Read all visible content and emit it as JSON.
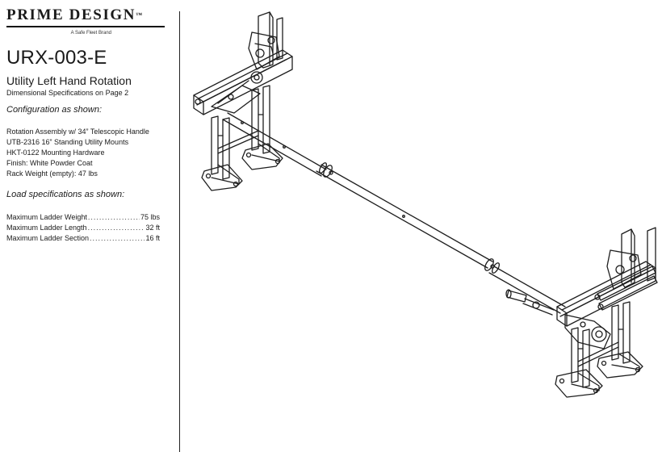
{
  "brand": {
    "name": "PRIME DESIGN",
    "trademark": "™",
    "tagline": "A Safe Fleet Brand"
  },
  "product": {
    "model": "URX-003-E",
    "title": "Utility Left Hand Rotation",
    "dimension_note": "Dimensional Specifications on Page 2"
  },
  "configuration": {
    "heading": "Configuration as shown:",
    "items": [
      "Rotation Assembly w/ 34” Telescopic Handle",
      "UTB-2316 16” Standing Utility Mounts",
      "HKT-0122 Mounting Hardware",
      "Finish: White Powder Coat",
      "Rack Weight (empty): 47 lbs"
    ]
  },
  "load_specs": {
    "heading": "Load specifications as shown:",
    "items": [
      {
        "label": "Maximum Ladder Weight",
        "value": "75 lbs"
      },
      {
        "label": "Maximum Ladder Length",
        "value": "32 ft"
      },
      {
        "label": "Maximum Ladder Section",
        "value": "16 ft"
      }
    ]
  },
  "drawing": {
    "subject": "ladder rack line drawing"
  },
  "colors": {
    "text": "#1a1a1a",
    "line": "#1e1e1e",
    "background": "#ffffff"
  }
}
